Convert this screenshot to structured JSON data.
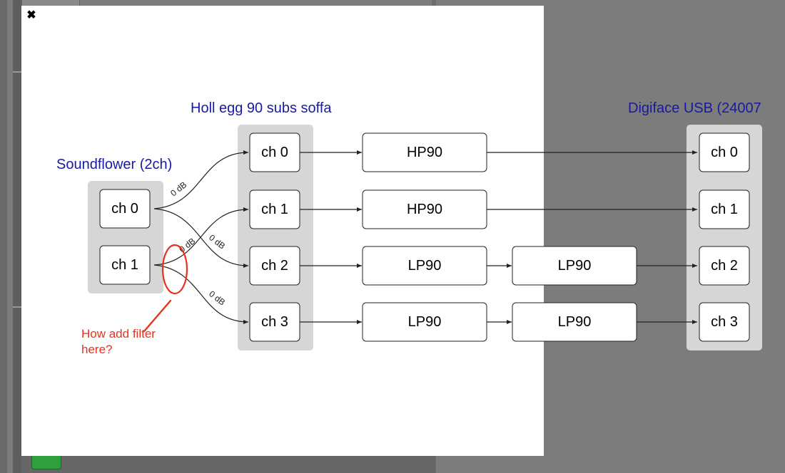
{
  "dialog": {
    "close_glyph": "✖"
  },
  "graph": {
    "source": {
      "title": "Soundflower (2ch)",
      "channels": [
        "ch 0",
        "ch 1"
      ]
    },
    "mixer": {
      "title": "Holl egg 90 subs soffa",
      "channels": [
        "ch 0",
        "ch 1",
        "ch 2",
        "ch 3"
      ]
    },
    "filters_stage1": [
      "HP90",
      "HP90",
      "LP90",
      "LP90"
    ],
    "filters_stage2": [
      "LP90",
      "LP90"
    ],
    "output": {
      "title": "Digiface USB (24007",
      "channels": [
        "ch 0",
        "ch 1",
        "ch 2",
        "ch 3"
      ]
    },
    "routes": [
      {
        "from": "ch 0",
        "to": "ch 0",
        "gain": "0 dB"
      },
      {
        "from": "ch 1",
        "to": "ch 1",
        "gain": "0 dB"
      },
      {
        "from": "ch 0",
        "to": "ch 2",
        "gain": "0 dB"
      },
      {
        "from": "ch 1",
        "to": "ch 3",
        "gain": "0 dB"
      }
    ]
  },
  "annotation": {
    "lines": [
      "How add filter",
      "here?"
    ],
    "color": "#e8321e"
  },
  "colors": {
    "title": "#1a1aa0",
    "group_bg": "#d6d6d6",
    "overlay": "#7c7c7c",
    "button_green": "#2f9e3c"
  }
}
